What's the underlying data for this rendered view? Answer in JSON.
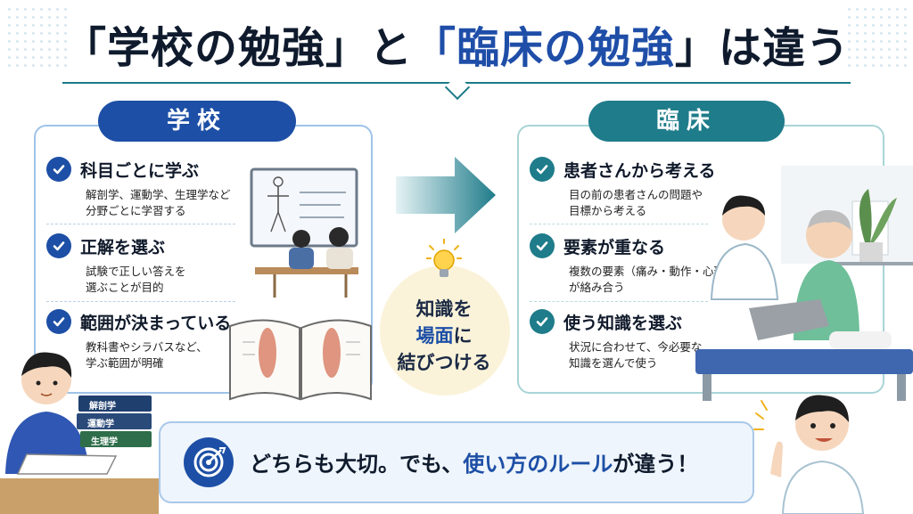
{
  "title": {
    "open1": "「",
    "school": "学校の勉強",
    "close1": "」と",
    "open2": "「",
    "clinic": "臨床の勉強",
    "close2": "」",
    "tail": "は違う"
  },
  "school": {
    "label": "学校",
    "items": [
      {
        "title": "科目ごとに学ぶ",
        "desc": "解剖学、運動学、生理学など\n分野ごとに学習する"
      },
      {
        "title": "正解を選ぶ",
        "desc": "試験で正しい答えを\n選ぶことが目的"
      },
      {
        "title": "範囲が決まっている",
        "desc": "教科書やシラバスなど、\n学ぶ範囲が明確"
      }
    ],
    "books": [
      "解剖学",
      "運動学",
      "生理学"
    ]
  },
  "clinic": {
    "label": "臨床",
    "items": [
      {
        "title": "患者さんから考える",
        "desc": "目の前の患者さんの問題や\n目標から考える"
      },
      {
        "title": "要素が重なる",
        "desc": "複数の要素（痛み・動作・心理など）\nが絡み合う"
      },
      {
        "title": "使う知識を選ぶ",
        "desc": "状況に合わせて、今必要な\n知識を選んで使う"
      }
    ]
  },
  "center": {
    "line1": "知識を",
    "line2a": "場面",
    "line2b": "に",
    "line3": "結びつける"
  },
  "banner": {
    "pre": "どちらも大切。でも、",
    "highlight": "使い方のルール",
    "post": "が違う！"
  },
  "colors": {
    "school_blue": "#1d4fa6",
    "clinic_teal": "#1f7c8a",
    "bulb_bg": "#fbf3d9"
  },
  "icons": [
    "check-icon",
    "arrow-right-icon",
    "lightbulb-icon",
    "target-icon"
  ]
}
